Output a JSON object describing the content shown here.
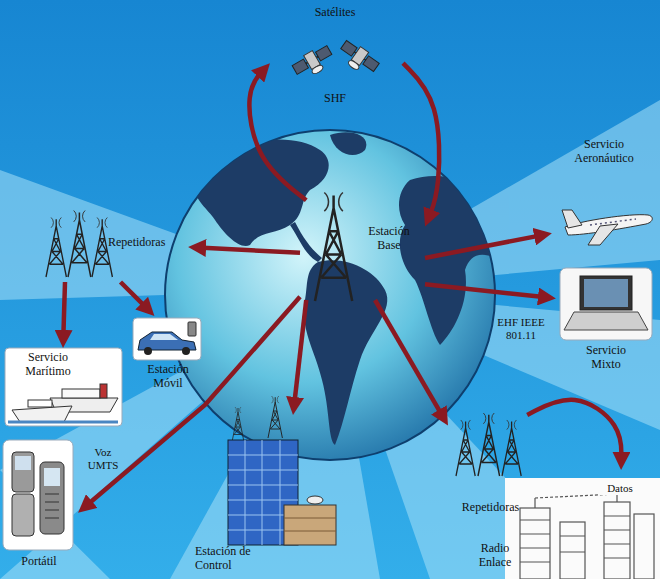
{
  "diagram": {
    "nodes": [
      {
        "text": [
          "Satélites",
          "SHF"
        ]
      },
      {
        "text": [
          "Estación Base"
        ]
      },
      {
        "text": [
          "Repetidoras"
        ]
      },
      {
        "text": [
          "Servicio Aeronáutico"
        ]
      },
      {
        "text": [
          "Servicio Mixto"
        ]
      },
      {
        "text": [
          "Servicio Marítimo"
        ]
      },
      {
        "text": [
          "Estación Móvil"
        ]
      },
      {
        "text": [
          "Portátil"
        ]
      },
      {
        "text": [
          "Estación de Control"
        ]
      },
      {
        "text": [
          "Repetidoras"
        ]
      },
      {
        "text": [
          "Radio Enlace"
        ]
      }
    ],
    "edges": [
      {
        "from": 1,
        "to": 0,
        "arrow": "to"
      },
      {
        "from": 0,
        "to": 1,
        "arrow": "to"
      },
      {
        "from": 1,
        "to": 2,
        "arrow": "to"
      },
      {
        "from": 1,
        "to": 3,
        "arrow": "to"
      },
      {
        "from": 1,
        "to": 4,
        "label": "EHF IEEE 801.11",
        "arrow": "to"
      },
      {
        "from": 2,
        "to": 5,
        "arrow": "to"
      },
      {
        "from": 2,
        "to": 6,
        "arrow": "to"
      },
      {
        "from": 1,
        "to": 7,
        "label": "Voz UMTS",
        "arrow": "to"
      },
      {
        "from": 1,
        "to": 8,
        "arrow": "to"
      },
      {
        "from": 1,
        "to": 9,
        "arrow": "to"
      },
      {
        "from": 9,
        "to": 10,
        "label": "Datos",
        "arrow": "to"
      }
    ]
  }
}
